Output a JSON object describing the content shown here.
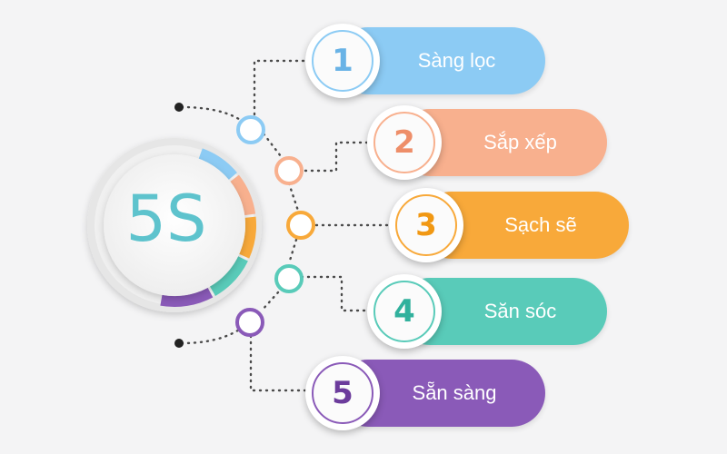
{
  "hub": {
    "label": "5S"
  },
  "steps": [
    {
      "number": "1",
      "label": "Sàng lọc",
      "color": "#8ccbf4",
      "dark": "#69b3e6"
    },
    {
      "number": "2",
      "label": "Sắp xếp",
      "color": "#f8b08e",
      "dark": "#ee8e69"
    },
    {
      "number": "3",
      "label": "Sạch sẽ",
      "color": "#f8a93a",
      "dark": "#f19813"
    },
    {
      "number": "4",
      "label": "Săn sóc",
      "color": "#59cbb9",
      "dark": "#31b19d"
    },
    {
      "number": "5",
      "label": "Sẵn sàng",
      "color": "#8a5ab8",
      "dark": "#6c3c9c"
    }
  ]
}
